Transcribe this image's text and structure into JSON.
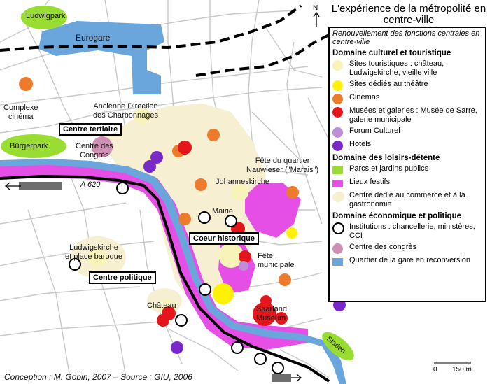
{
  "title": "L'expérience de la métropolité en centre-ville",
  "legend": {
    "subtitle": "Renouvellement des fonctions centrales en centre-ville",
    "sections": [
      {
        "heading": "Domaine culturel et touristique",
        "items": [
          {
            "label": "Sites touristiques : château, Ludwigskirche, vieille ville",
            "symbol": "dot",
            "color": "#f7f3b9"
          },
          {
            "label": "Sites dédiés au théâtre",
            "symbol": "dot",
            "color": "#fff200"
          },
          {
            "label": "Cinémas",
            "symbol": "dot",
            "color": "#ee7a2b"
          },
          {
            "label": "Musées et galeries : Musée de Sarre, galerie municipale",
            "symbol": "dot",
            "color": "#e5161b"
          },
          {
            "label": "Forum Culturel",
            "symbol": "dot",
            "color": "#bf8ed6"
          },
          {
            "label": "Hôtels",
            "symbol": "dot",
            "color": "#7a28c9"
          }
        ]
      },
      {
        "heading": "Domaine des loisirs-détente",
        "items": [
          {
            "label": "Parcs et jardins publics",
            "symbol": "square",
            "color": "#99dd33"
          },
          {
            "label": "Lieux festifs",
            "symbol": "square",
            "color": "#e64fe6"
          },
          {
            "label": "Centre dédié au commerce et à la gastronomie",
            "symbol": "blob",
            "color": "#f6efd2"
          }
        ]
      },
      {
        "heading": "Domaine économique et politique",
        "items": [
          {
            "label": "Institutions : chancellerie, ministères, CCI",
            "symbol": "ring",
            "color": "#ffffff"
          },
          {
            "label": "Centre des congrès",
            "symbol": "dot",
            "color": "#cf8fb2"
          },
          {
            "label": "Quartier de la gare en reconversion",
            "symbol": "square",
            "color": "#6aa6db"
          }
        ]
      }
    ]
  },
  "places": {
    "ludwigpark": "Ludwigpark",
    "eurogare": "Eurogare",
    "complexe_cinema": "Complexe\ncinéma",
    "ancienne_direction": "Ancienne Direction\ndes Charbonnages",
    "centre_tertiaire": "Centre tertiaire",
    "burgerpark": "Bürgerpark",
    "centre_congres": "Centre des\nCongrès",
    "fete_quartier": "Fête du quartier\nNauwieser (\"Marais\")",
    "johanneskirche": "Johanneskirche",
    "a620": "A 620",
    "mairie": "Mairie",
    "coeur_historique": "Coeur historique",
    "fete_municipale": "Fête\nmunicipale",
    "ludwigskirche": "Ludwigskirche\net place baroque",
    "centre_politique": "Centre politique",
    "chateau": "Château",
    "saarland_museum": "Saarland\nMuseum",
    "staden": "Staden"
  },
  "credit": "Conception : M. Gobin, 2007 –  Source : GIU, 2006",
  "scale": {
    "zero": "0",
    "label": "150 m"
  },
  "north": "N"
}
